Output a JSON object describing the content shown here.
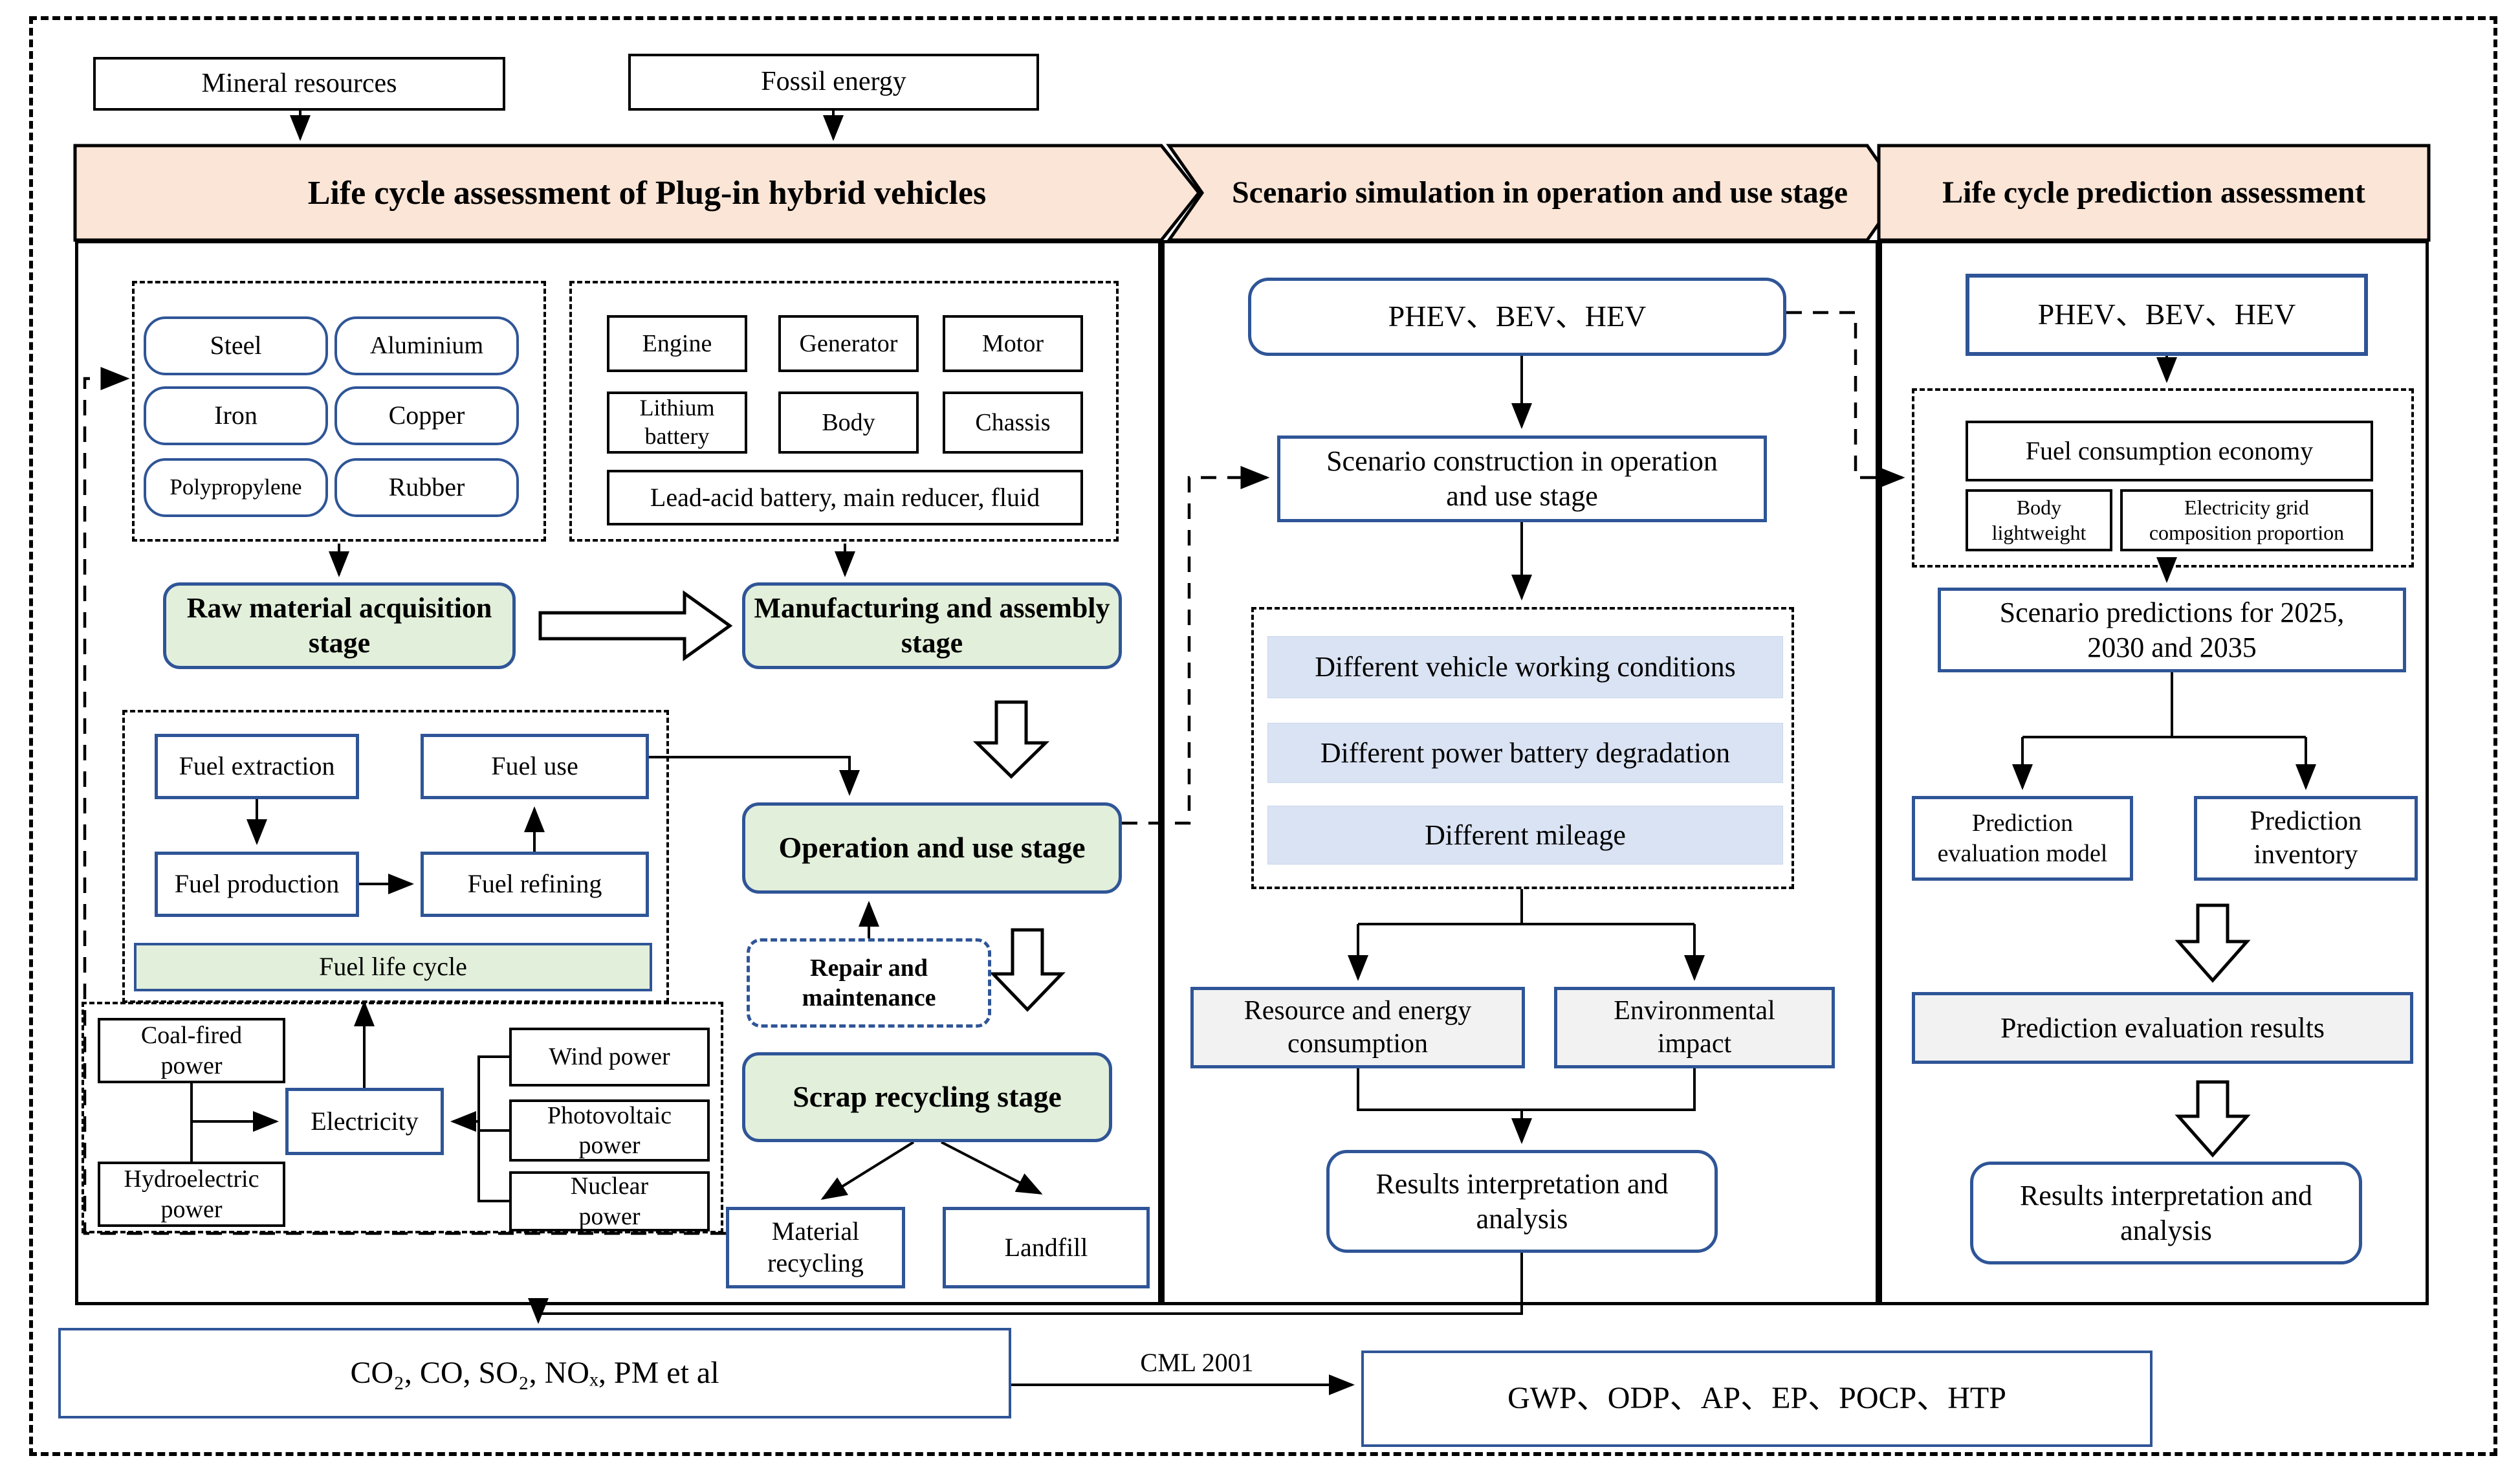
{
  "colors": {
    "accent_blue": "#2f5597",
    "banner_peach": "#fbe5d6",
    "stage_green": "#e2efda",
    "bar_blue": "#dae3f3",
    "panel_gray": "#f2f2f2"
  },
  "top_inputs": {
    "mineral": "Mineral resources",
    "fossil": "Fossil energy"
  },
  "banners": {
    "lca": "Life cycle assessment of Plug-in hybrid vehicles",
    "scenario": "Scenario simulation in operation and use stage",
    "prediction": "Life cycle prediction assessment"
  },
  "left": {
    "materials": {
      "steel": "Steel",
      "aluminium": "Aluminium",
      "iron": "Iron",
      "copper": "Copper",
      "polypropylene": "Polypropylene",
      "rubber": "Rubber"
    },
    "components": {
      "engine": "Engine",
      "generator": "Generator",
      "motor": "Motor",
      "lithium_battery": "Lithium battery",
      "body": "Body",
      "chassis": "Chassis",
      "others": "Lead-acid battery, main reducer, fluid"
    },
    "stages": {
      "raw": "Raw material acquisition stage",
      "manufacturing": "Manufacturing and assembly stage",
      "operation": "Operation and use stage",
      "scrap": "Scrap recycling stage"
    },
    "fuel": {
      "extraction": "Fuel extraction",
      "use": "Fuel use",
      "production": "Fuel production",
      "refining": "Fuel refining",
      "life_cycle": "Fuel life cycle"
    },
    "repair": "Repair and maintenance",
    "power": {
      "coal": "Coal-fired power",
      "hydro": "Hydroelectric power",
      "electricity": "Electricity",
      "wind": "Wind power",
      "photovoltaic": "Photovoltaic power",
      "nuclear": "Nuclear power"
    },
    "eol": {
      "material_recycling": "Material recycling",
      "landfill": "Landfill"
    }
  },
  "middle": {
    "vehicles": "PHEV、BEV、HEV",
    "scenario_construction": "Scenario construction in operation and use stage",
    "conditions": {
      "working": "Different vehicle working conditions",
      "degradation": "Different power battery degradation",
      "mileage": "Different mileage"
    },
    "resource": "Resource and energy consumption",
    "environment": "Environmental impact",
    "results": "Results interpretation and analysis"
  },
  "right": {
    "vehicles": "PHEV、BEV、HEV",
    "fuel_economy": "Fuel consumption economy",
    "body_lightweight": "Body lightweight",
    "grid_proportion": "Electricity grid composition proportion",
    "predictions": "Scenario predictions for 2025, 2030 and 2035",
    "model": "Prediction evaluation model",
    "inventory": "Prediction inventory",
    "evaluation_results": "Prediction evaluation results",
    "results": "Results interpretation and analysis"
  },
  "bottom": {
    "emissions": "CO₂, CO, SO₂, NOₓ, PM et al",
    "method": "CML 2001",
    "impacts": "GWP、ODP、AP、EP、POCP、HTP"
  }
}
